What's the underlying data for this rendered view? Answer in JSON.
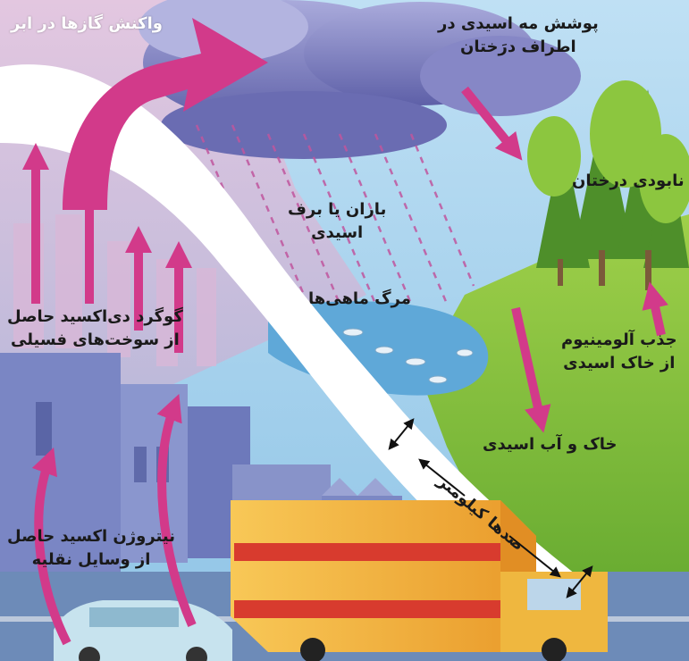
{
  "colors": {
    "sky": "#8fc4e6",
    "cloud": "#7d7ec0",
    "arrow": "#d23a8a",
    "grass": "#84c23a",
    "water": "#5fa8d8",
    "road_band": "#ffffff",
    "truck": "#f4b23a"
  },
  "labels": {
    "cloud_reaction": "واکنش گازها در ابر",
    "fog_cover_line1": "پوشش مه اسیدی در",
    "fog_cover_line2": "اطراف درَختان",
    "tree_destruction": "نابودی درختان",
    "acid_rain_line1": "باران یا برف",
    "acid_rain_line2": "اسیدی",
    "fish_death": "مرگ ماهی‌ها",
    "sulfur_dioxide_line1": "گوگرد دی‌اکسید حاصل",
    "sulfur_dioxide_line2": "از سوخت‌های فسیلی",
    "aluminium_line1": "جذب آلومینیوم",
    "aluminium_line2": "از خاک اسیدی",
    "acid_soil_water": "خاک و آب اسیدی",
    "distance": "صدها کیلومتر",
    "nitrogen_oxide_line1": "نیتروژن اکسید حاصل",
    "nitrogen_oxide_line2": "از وسایل نقلیه"
  }
}
